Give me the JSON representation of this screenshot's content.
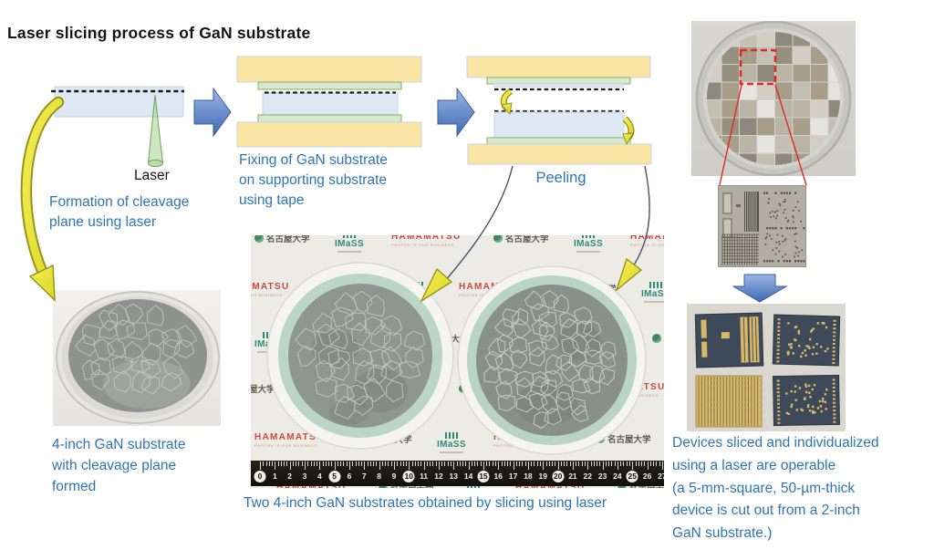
{
  "title": "Laser slicing process of GaN substrate",
  "process": {
    "stage1": {
      "laser_label": "Laser",
      "caption": "Formation of cleavage\nplane using laser"
    },
    "stage2": {
      "caption": "Fixing of GaN substrate\non supporting substrate\nusing tape"
    },
    "stage3": {
      "caption": "Peeling"
    }
  },
  "photo_left": {
    "caption": "4-inch GaN substrate\nwith cleavage plane\nformed"
  },
  "photo_center": {
    "caption": "Two 4-inch GaN substrates obtained by slicing using laser",
    "backdrop_logos": {
      "hamamatsu": "HAMAMATSU",
      "hamamatsu_tagline": "PHOTON IS OUR BUSINESS",
      "nagoya_university": "名古屋大学",
      "imass": "IMaSS"
    },
    "ruler": {
      "numbers": [
        "0",
        "1",
        "2",
        "3",
        "4",
        "5",
        "6",
        "7",
        "8",
        "9",
        "10",
        "11",
        "12",
        "13",
        "14",
        "15",
        "16",
        "17",
        "18",
        "19",
        "20",
        "21",
        "22",
        "23",
        "24",
        "25",
        "26",
        "27"
      ],
      "circled": [
        "0",
        "5",
        "10",
        "15",
        "20",
        "25"
      ]
    }
  },
  "photo_right": {
    "caption": "Devices sliced and individualized\nusing a laser are operable\n(a 5-mm-square, 50-µm-thick\ndevice is cut out from a 2-inch\nGaN substrate.)"
  },
  "colors": {
    "caption_blue": "#2E75B6",
    "arrow_blue": "#4472C4",
    "arrow_yellow": "#EDE73B",
    "highlight_red": "#E02B20"
  }
}
